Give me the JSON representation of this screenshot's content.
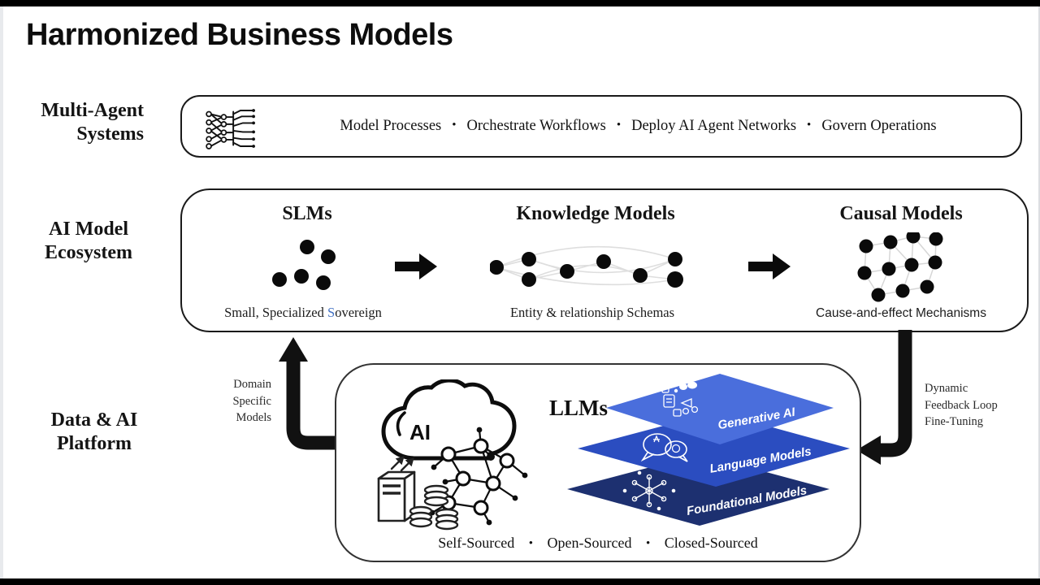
{
  "title": "Harmonized Business Models",
  "separator": "•",
  "rows": [
    {
      "id": "multi-agent-systems",
      "lines": [
        "Multi-Agent",
        "Systems"
      ]
    },
    {
      "id": "ai-model-ecosystem",
      "lines": [
        "AI Model",
        "Ecosystem"
      ]
    },
    {
      "id": "data-ai-platform",
      "lines": [
        "Data & AI",
        "Platform"
      ]
    }
  ],
  "multi_agent_box": {
    "icon": "neural-wiring-icon",
    "items": [
      "Model Processes",
      "Orchestrate Workflows",
      "Deploy AI Agent Networks",
      "Govern Operations"
    ]
  },
  "ecosystem_box": {
    "columns": [
      {
        "title": "SLMs",
        "icon": "dot-cluster-icon",
        "caption_prefix": "Small, Specialized ",
        "caption_highlight": "S",
        "caption_rest": "overeign"
      },
      {
        "title": "Knowledge Models",
        "icon": "linked-nodes-icon",
        "caption": "Entity & relationship Schemas"
      },
      {
        "title": "Causal Models",
        "icon": "causal-graph-icon",
        "caption": "Cause-and-effect Mechanisms"
      }
    ]
  },
  "feedback_arrows": {
    "left": {
      "lines": [
        "Domain",
        "Specific",
        "Models"
      ]
    },
    "right": {
      "lines": [
        "Dynamic",
        "Feedback Loop",
        "Fine-Tuning"
      ]
    }
  },
  "llm_box": {
    "title": "LLMs",
    "cloud_icon_label": "AI",
    "layers": [
      {
        "label": "Generative AI",
        "color": "#4a6edc"
      },
      {
        "label": "Language Models",
        "color": "#2b4dc0"
      },
      {
        "label": "Foundational Models",
        "color": "#1d3070"
      }
    ],
    "sources": [
      "Self-Sourced",
      "Open-Sourced",
      "Closed-Sourced"
    ]
  },
  "colors": {
    "sovereign_s_highlight": "#4472c4",
    "arrow_black": "#111111"
  }
}
